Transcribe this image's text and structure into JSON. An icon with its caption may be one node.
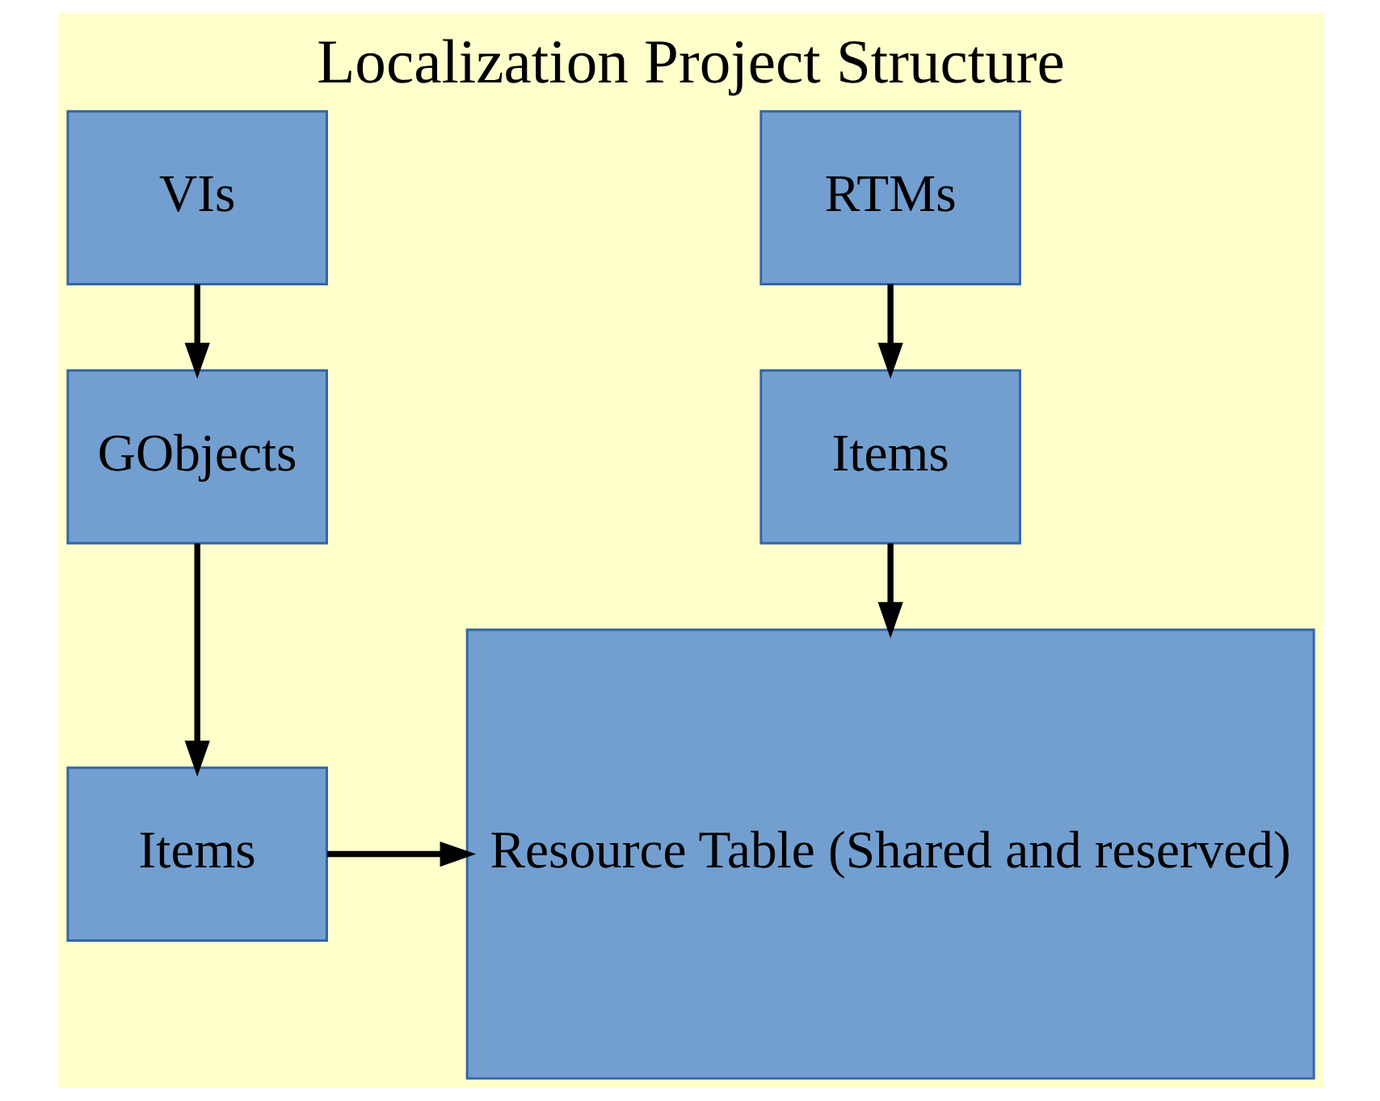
{
  "diagram": {
    "title": "Localization Project Structure",
    "nodes": [
      {
        "text": [
          "RTMs"
        ]
      },
      {
        "text": [
          "Items"
        ]
      },
      {
        "text": [
          "VIs"
        ]
      },
      {
        "text": [
          "GObjects"
        ]
      },
      {
        "text": [
          "Items"
        ]
      },
      {
        "text": [
          "Resource Table (Shared and reserved)"
        ]
      }
    ],
    "edges": [
      {
        "from": 0,
        "to": 1,
        "arrow": "to"
      },
      {
        "from": 1,
        "to": 5,
        "arrow": "to"
      },
      {
        "from": 2,
        "to": 3,
        "arrow": "to"
      },
      {
        "from": 3,
        "to": 4,
        "arrow": "to"
      },
      {
        "from": 4,
        "to": 5,
        "arrow": "to"
      }
    ]
  }
}
